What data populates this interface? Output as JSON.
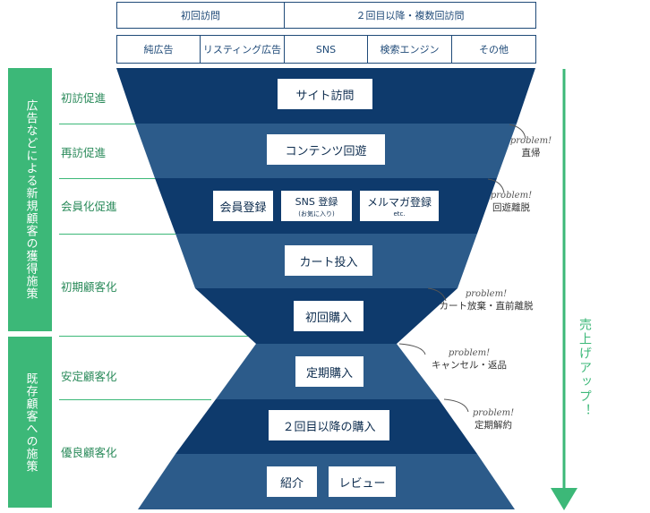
{
  "header": {
    "first_visit": "初回訪問",
    "repeat_visit": "２回目以降・複数回訪問",
    "channels": [
      "純広告",
      "リスティング広告",
      "SNS",
      "検索エンジン",
      "その他"
    ]
  },
  "left_bars": {
    "new_customer": "広告などによる新規顧客の獲得施策",
    "existing_customer": "既存顧客への施策"
  },
  "stages": [
    "初訪促進",
    "再訪促進",
    "会員化促進",
    "初期顧客化",
    "安定顧客化",
    "優良顧客化"
  ],
  "funnel": {
    "site_visit": "サイト訪問",
    "content_tour": "コンテンツ回遊",
    "member_reg": "会員登録",
    "sns_reg": "SNS 登録",
    "sns_reg_sub": "(お気に入り)",
    "mailmag_reg": "メルマガ登録",
    "mailmag_sub": "etc.",
    "cart": "カート投入",
    "first_purchase": "初回購入",
    "subscription": "定期購入",
    "repeat_purchase": "２回目以降の購入",
    "referral": "紹介",
    "review": "レビュー"
  },
  "problems": [
    {
      "tag": "problem!",
      "text": "直帰"
    },
    {
      "tag": "problem!",
      "text": "回遊離脱"
    },
    {
      "tag": "problem!",
      "text": "カート放棄・直前離脱"
    },
    {
      "tag": "problem!",
      "text": "キャンセル・返品"
    },
    {
      "tag": "problem!",
      "text": "定期解約"
    }
  ],
  "sales_up": "売上げアップ！",
  "colors": {
    "navy_dark": "#0e3a6c",
    "navy_light": "#2c5b8a",
    "green": "#3cb878",
    "border": "#1f4a78"
  }
}
